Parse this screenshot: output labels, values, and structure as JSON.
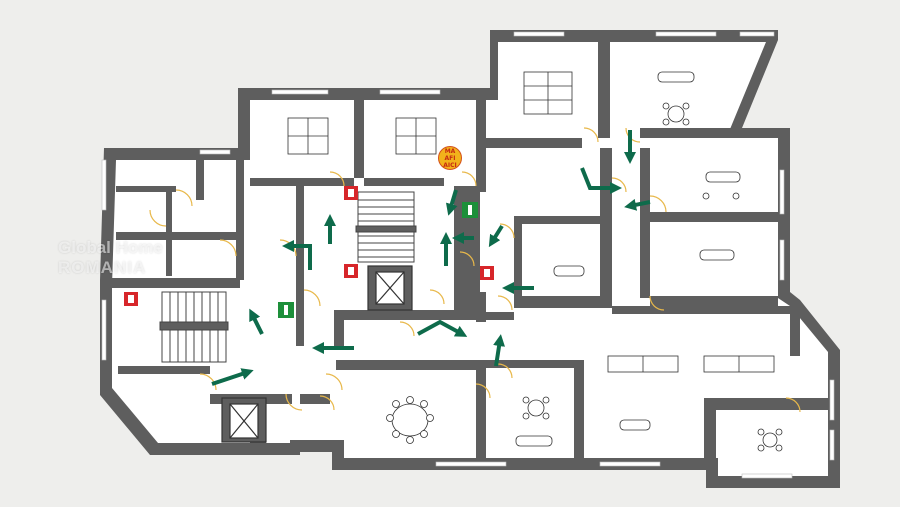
{
  "watermark": {
    "line1": "Global Home",
    "line2": "ROMANIA"
  },
  "you_are_here": {
    "line1": "MA",
    "line2": "AFI",
    "line3": "AICI"
  },
  "colors": {
    "wall": "#5e5e5e",
    "floor": "#ffffff",
    "background": "#eeeeec",
    "arrow": "#0e6b4b",
    "fire": "#d7262a",
    "first_aid": "#1d8f3a",
    "door": "#f2d27a",
    "marker": "#f2b21b"
  },
  "legend_icons": [
    "fire-extinguisher-icon",
    "hydrant-icon",
    "first-aid-icon",
    "evacuation-arrow-icon",
    "stairs-icon",
    "elevator-icon"
  ]
}
